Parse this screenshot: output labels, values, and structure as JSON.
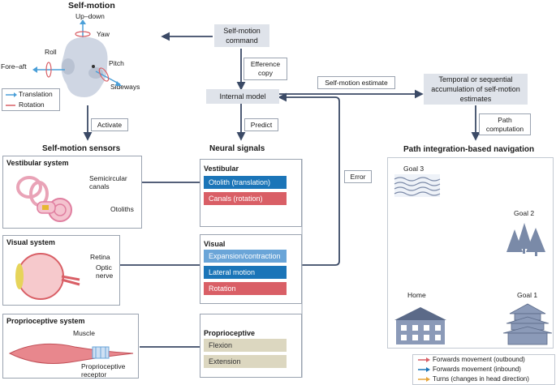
{
  "self_motion": {
    "title": "Self-motion",
    "up_down": "Up–down",
    "yaw": "Yaw",
    "roll": "Roll",
    "pitch": "Pitch",
    "fore_aft": "Fore–aft",
    "sideways": "Sideways",
    "legend_translation": "Translation",
    "legend_rotation": "Rotation"
  },
  "flow": {
    "command": "Self-motion command",
    "efference": "Efference copy",
    "internal_model": "Internal model",
    "estimate": "Self-motion estimate",
    "accumulation": "Temporal or sequential accumulation of self-motion estimates",
    "path_computation": "Path computation",
    "activate": "Activate",
    "predict": "Predict",
    "error": "Error"
  },
  "sensors": {
    "title": "Self-motion sensors",
    "vestibular": {
      "title": "Vestibular system",
      "canals": "Semicircular canals",
      "otoliths": "Otoliths"
    },
    "visual": {
      "title": "Visual system",
      "retina": "Retina",
      "optic": "Optic nerve"
    },
    "proprio": {
      "title": "Proprioceptive system",
      "muscle": "Muscle",
      "receptor": "Proprioceptive receptor"
    }
  },
  "neural": {
    "title": "Neural signals",
    "vestibular": {
      "title": "Vestibular",
      "items": [
        "Otolith (translation)",
        "Canals (rotation)"
      ]
    },
    "visual": {
      "title": "Visual",
      "items": [
        "Expansion/contraction",
        "Lateral motion",
        "Rotation"
      ]
    },
    "proprio": {
      "title": "Proprioceptive",
      "items": [
        "Flexion",
        "Extension"
      ]
    }
  },
  "navigation": {
    "title": "Path integration-based navigation",
    "goal3": "Goal 3",
    "goal2": "Goal 2",
    "goal1": "Goal 1",
    "home": "Home",
    "legend": [
      "Forwards movement (outbound)",
      "Forwards movement (inbound)",
      "Turns (changes in head direction)"
    ]
  },
  "colors": {
    "blue": "#1b75b8",
    "light_blue": "#6aa5d8",
    "red": "#d95f66",
    "khaki": "#dcd7c0",
    "navy_arrow": "#3b4a66",
    "orange": "#e6a53a",
    "grey_box": "#dfe3ea"
  }
}
